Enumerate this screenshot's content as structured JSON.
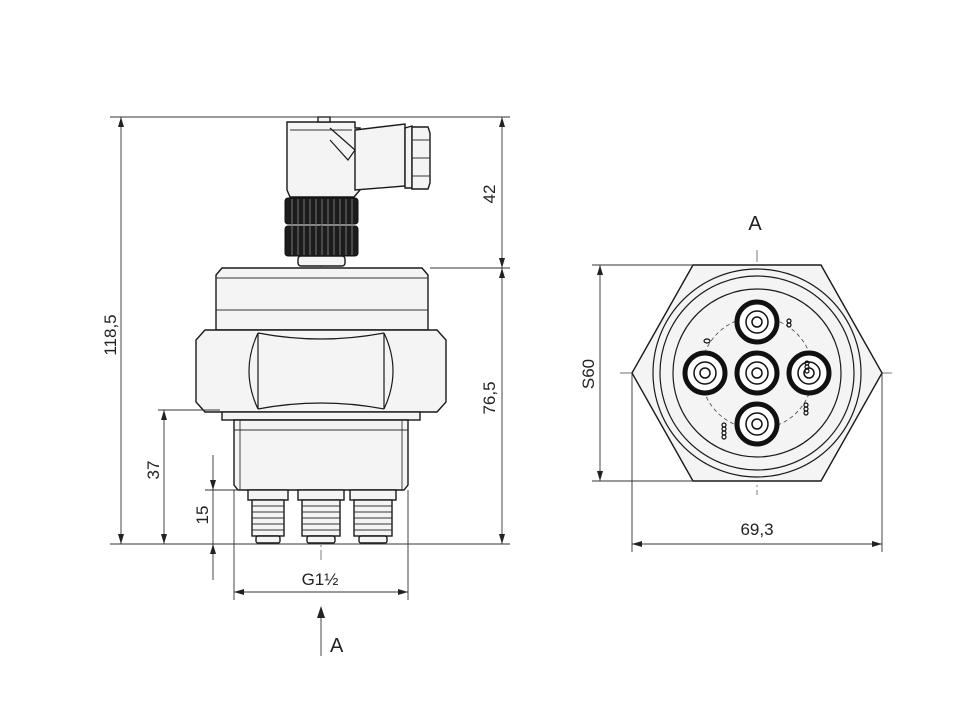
{
  "dimensions": {
    "overall_height": "118,5",
    "connector_height": "42",
    "body_height": "76,5",
    "thread_height": "37",
    "pin_length": "15",
    "thread_size": "G1½",
    "hex_size": "S60",
    "hex_across_corners": "69,3"
  },
  "views": {
    "view_arrow_label": "A",
    "view_title": "A"
  },
  "colors": {
    "line": "#1a1a1a",
    "fill": "#f4f4f4",
    "dark": "#1c1c1c"
  }
}
